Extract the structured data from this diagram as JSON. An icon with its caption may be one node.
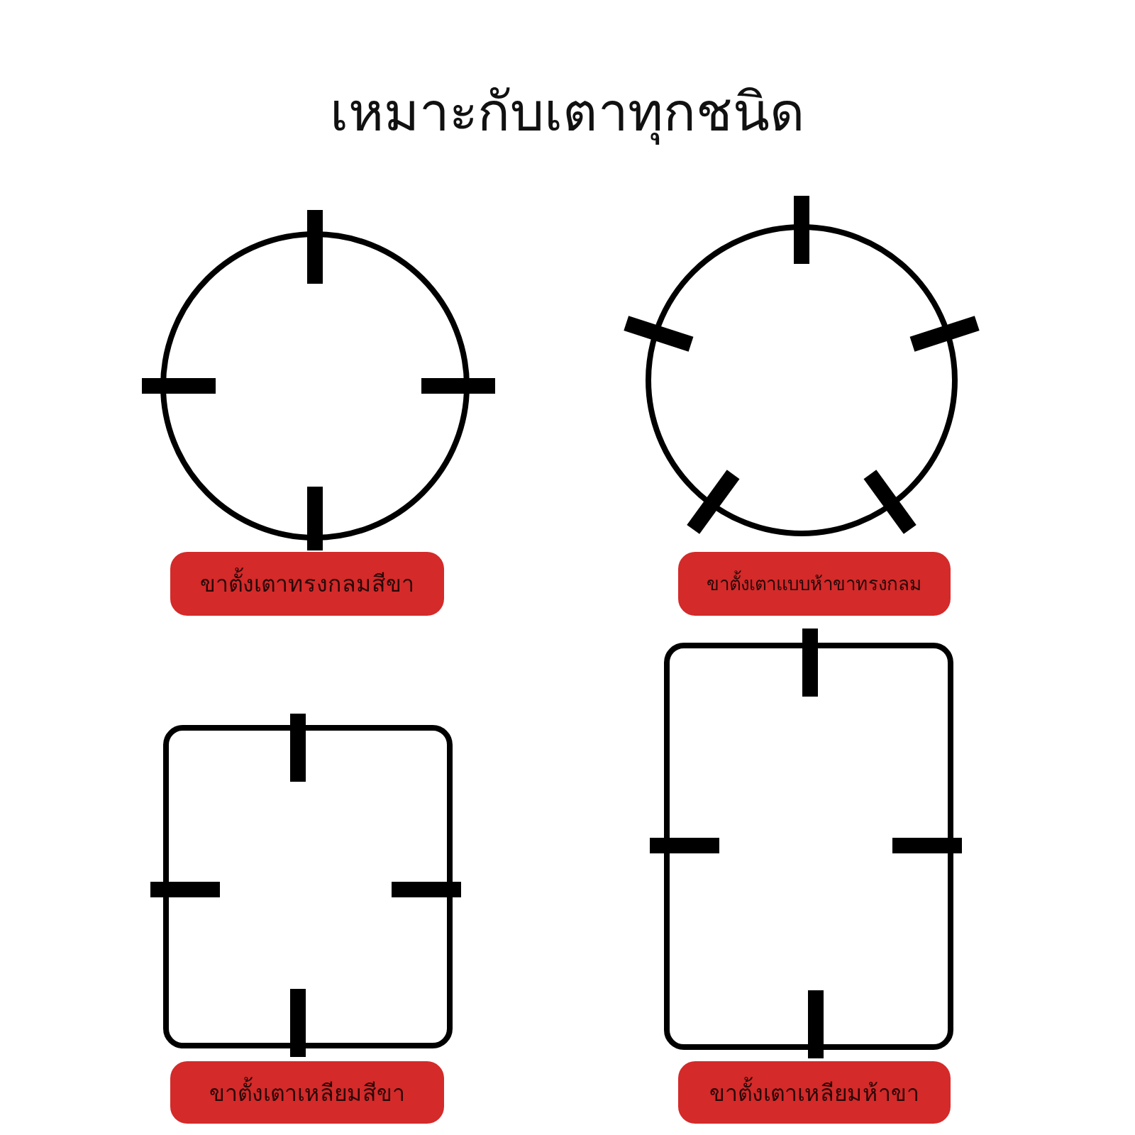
{
  "diagram": {
    "title": "เหมาะกับเตาทุกชนิด",
    "nodes": [
      {
        "text": [
          "ขาตั้งเตาทรงกลมสีขา"
        ]
      },
      {
        "text": [
          "ขาตั้งเตาแบบห้าขาทรงกลม"
        ]
      },
      {
        "text": [
          "ขาตั้งเตาเหลียมสีขา"
        ]
      },
      {
        "text": [
          "ขาตั้งเตาเหลียมห้าขา"
        ]
      }
    ],
    "edges": []
  }
}
